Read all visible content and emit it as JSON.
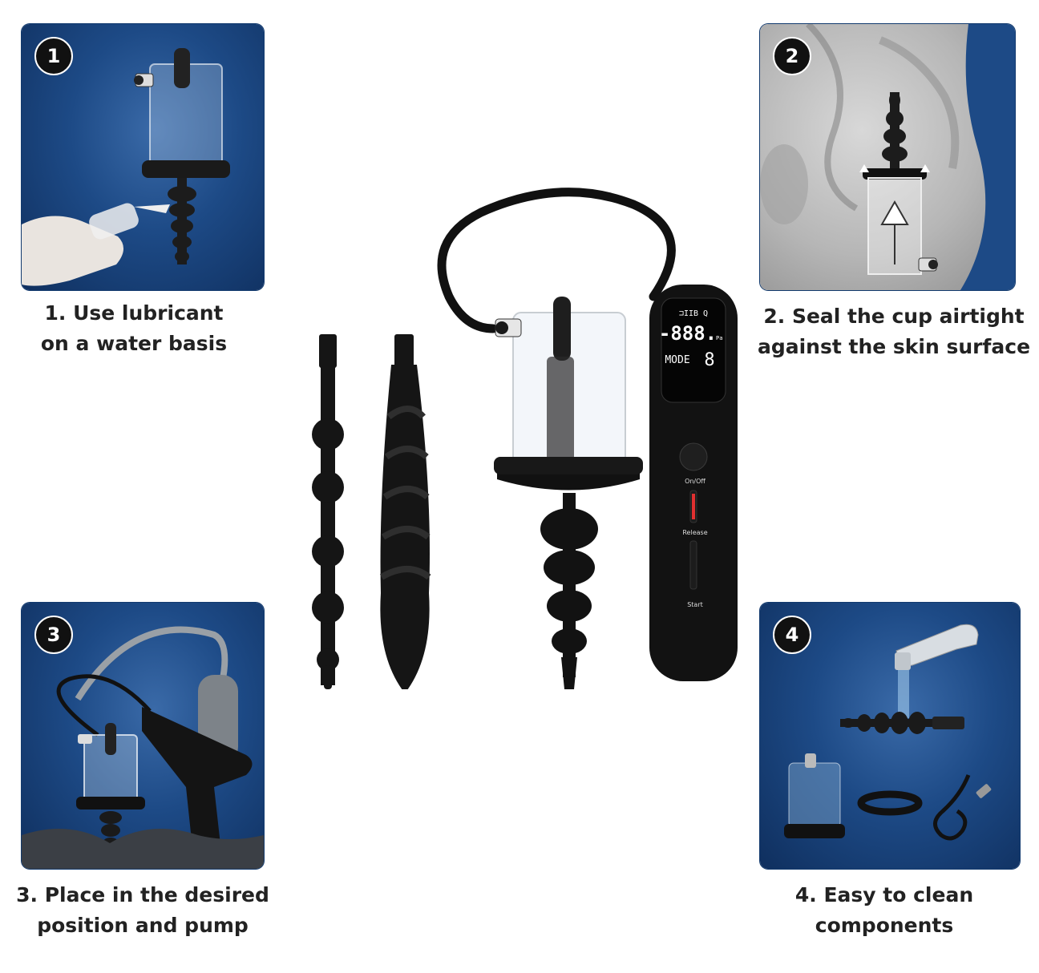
{
  "steps": [
    {
      "number": "1",
      "line1": "1. Use lubricant",
      "line2": "on a water basis"
    },
    {
      "number": "2",
      "line1": "2. Seal the cup airtight",
      "line2": "against the skin surface"
    },
    {
      "number": "3",
      "line1": "3. Place in the desired",
      "line2": "position and pump"
    },
    {
      "number": "4",
      "line1": "4.  Easy to clean",
      "line2": "components"
    }
  ],
  "device": {
    "lcd_top": "⊐IIB Q",
    "lcd_value": "-888.",
    "lcd_unit": "Pa",
    "lcd_mode_label": "MODE",
    "lcd_mode_value": "8",
    "btn_onoff": "On/Off",
    "btn_release": "Release",
    "btn_start": "Start"
  },
  "colors": {
    "panel_blue": "#1d4a86",
    "device_black": "#111111",
    "text_dark": "#222222",
    "release_red": "#e03030"
  }
}
